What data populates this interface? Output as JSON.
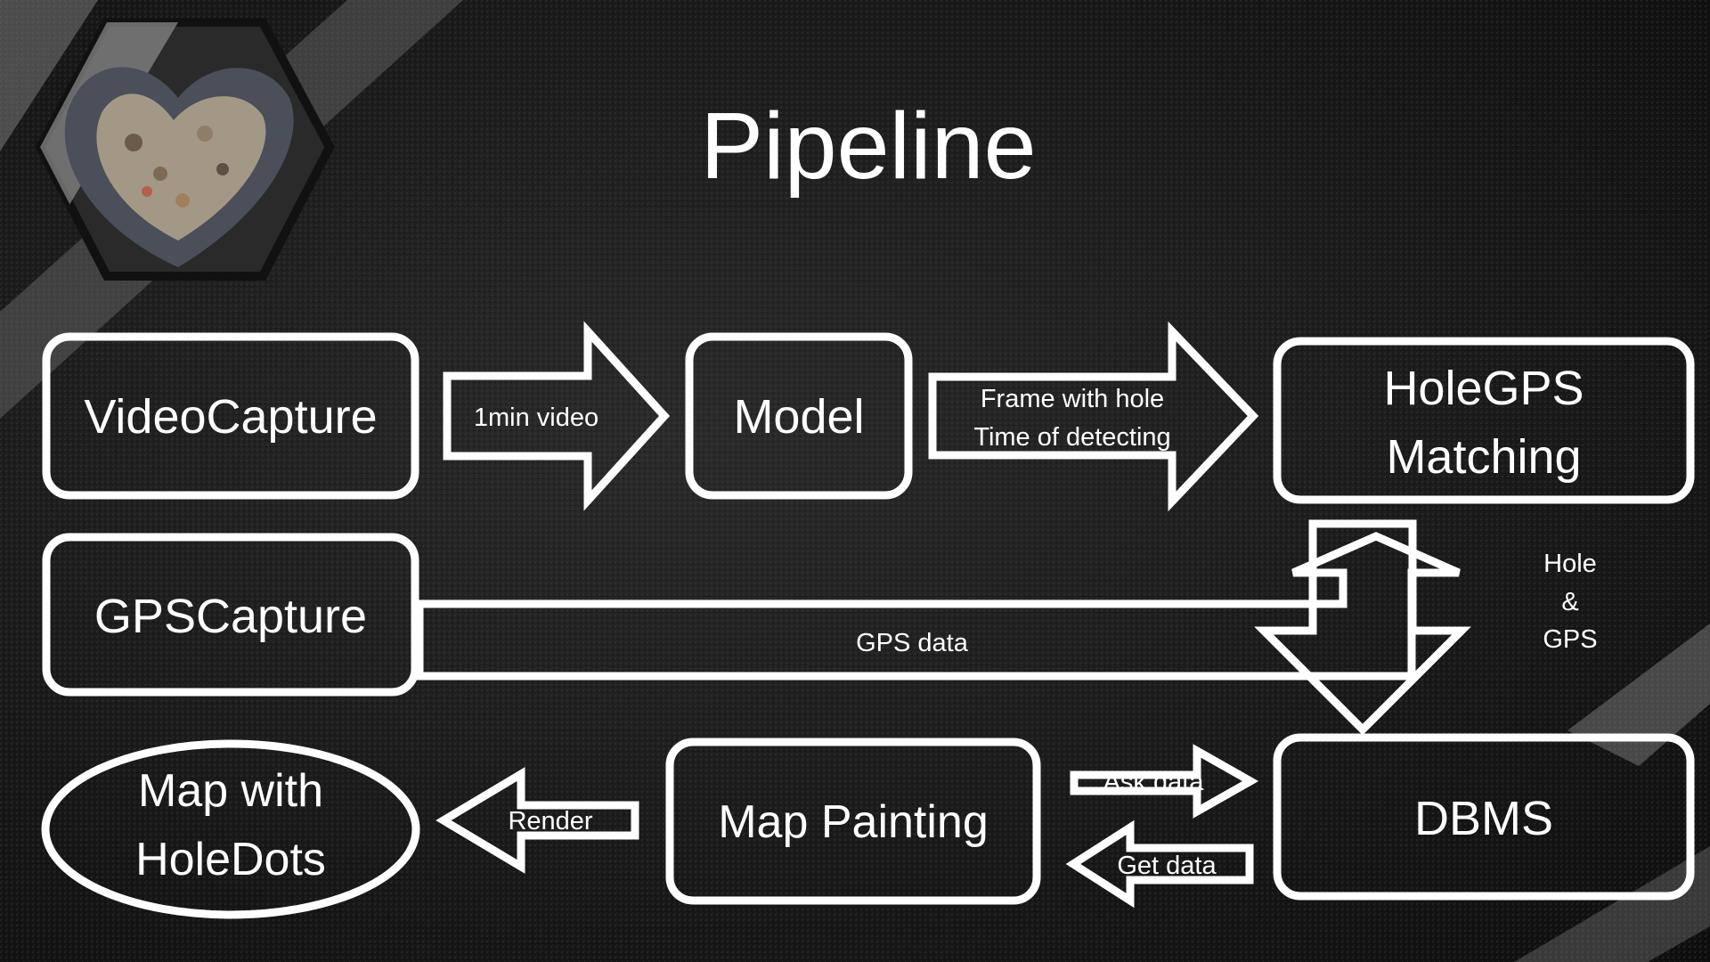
{
  "title": "Pipeline",
  "nodes": {
    "video_capture": "VideoCapture",
    "model": "Model",
    "hole_gps_matching": [
      "HoleGPS",
      "Matching"
    ],
    "gps_capture": "GPSCapture",
    "dbms": "DBMS",
    "map_painting": "Map Painting",
    "map_with_holedots": [
      "Map with",
      "HoleDots"
    ]
  },
  "edges": {
    "video_to_model": "1min video",
    "model_to_matching": [
      "Frame with hole",
      "Time of detecting"
    ],
    "gps_data": "GPS data",
    "matching_to_dbms": [
      "Hole",
      "&",
      "GPS"
    ],
    "ask_data": "Ask data",
    "get_data": "Get data",
    "render": "Render"
  },
  "colors": {
    "background": "#161616",
    "stroke": "#ffffff"
  }
}
